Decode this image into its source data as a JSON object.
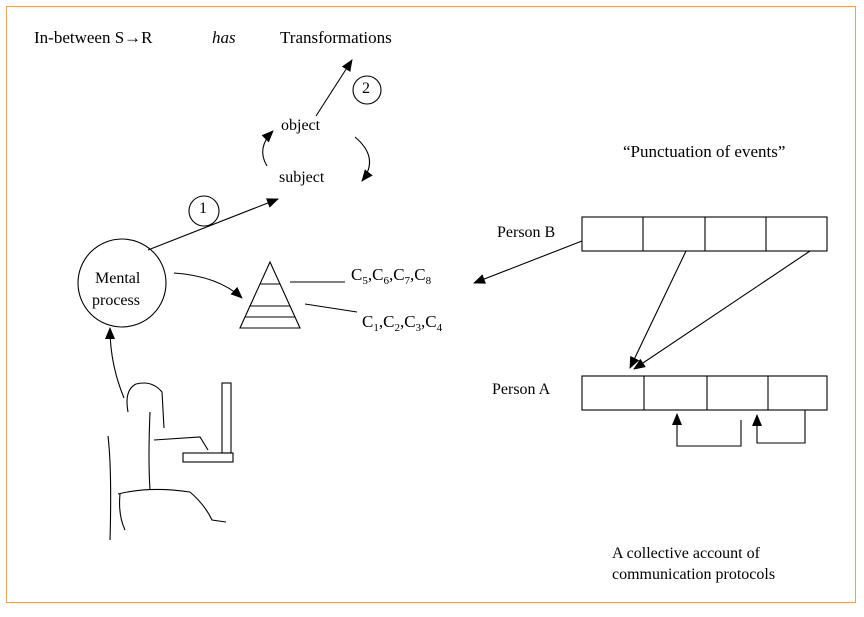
{
  "header": {
    "prefix": "In-between S→R",
    "verb": "has",
    "title": "Transformations"
  },
  "labels": {
    "object": "object",
    "subject": "subject",
    "step_one": "1",
    "step_two": "2",
    "mental_line1": "Mental",
    "mental_line2": "process",
    "punctuation": "“Punctuation of events”",
    "person_b": "Person B",
    "person_a": "Person A",
    "collective_line1": "A collective account of",
    "collective_line2": "communication protocols"
  },
  "concepts_upper": [
    {
      "letter": "C",
      "sub": "5"
    },
    {
      "letter": "C",
      "sub": "6"
    },
    {
      "letter": "C",
      "sub": "7"
    },
    {
      "letter": "C",
      "sub": "8"
    }
  ],
  "concepts_lower": [
    {
      "letter": "C",
      "sub": "1"
    },
    {
      "letter": "C",
      "sub": "2"
    },
    {
      "letter": "C",
      "sub": "3"
    },
    {
      "letter": "C",
      "sub": "4"
    }
  ],
  "colors": {
    "border": "#e8a060",
    "ink": "#000000"
  }
}
